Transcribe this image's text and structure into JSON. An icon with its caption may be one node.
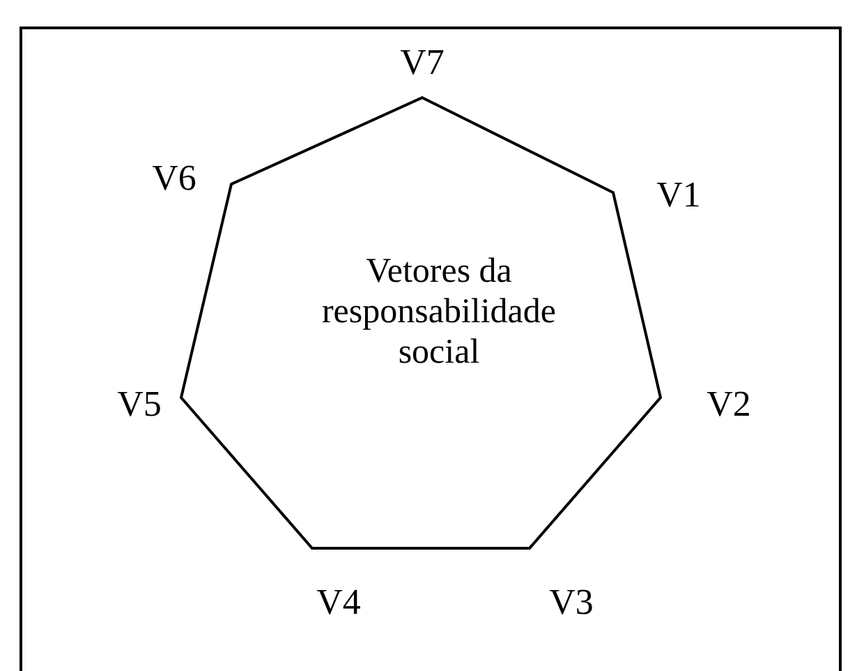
{
  "diagram": {
    "nodes": [
      {
        "text": [
          "Vetores da responsabilidade social"
        ]
      }
    ],
    "edges": [],
    "labels": [
      "V7",
      "V6",
      "V1",
      "V5",
      "V2",
      "V4",
      "V3"
    ]
  }
}
